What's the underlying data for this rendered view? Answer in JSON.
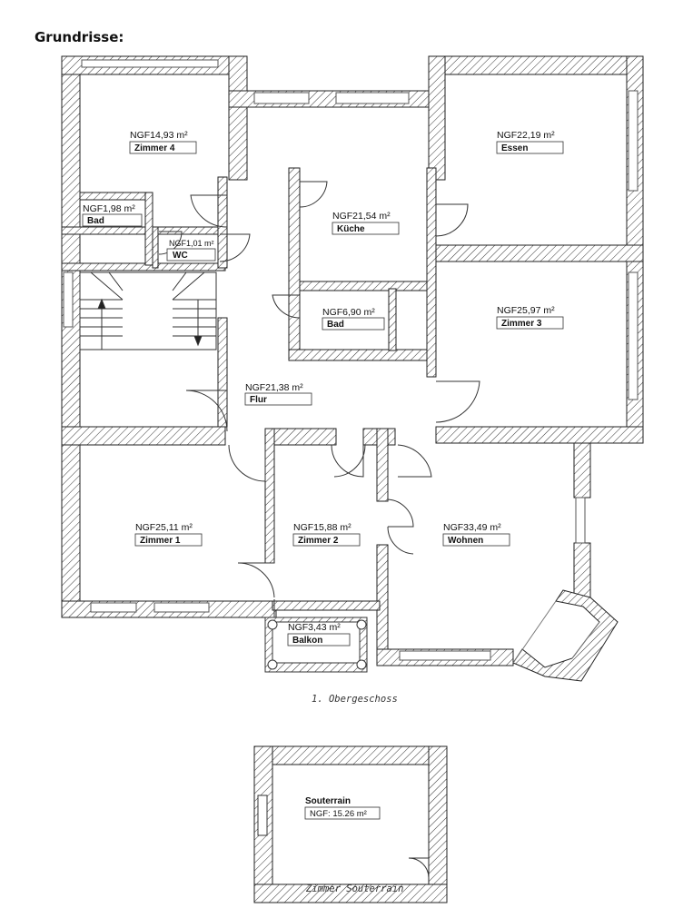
{
  "heading": "Grundrisse:",
  "floors": {
    "upper_caption": "1. Obergeschoss",
    "basement_caption": "Zimmer Souterrain"
  },
  "rooms": {
    "zimmer4": {
      "area": "NGF14,93 m²",
      "name": "Zimmer 4"
    },
    "essen": {
      "area": "NGF22,19 m²",
      "name": "Essen"
    },
    "bad1": {
      "area": "NGF1,98 m²",
      "name": "Bad"
    },
    "kueche": {
      "area": "NGF21,54 m²",
      "name": "Küche"
    },
    "wc": {
      "area": "NGF1,01 m²",
      "name": "WC"
    },
    "bad2": {
      "area": "NGF6,90 m²",
      "name": "Bad"
    },
    "zimmer3": {
      "area": "NGF25,97 m²",
      "name": "Zimmer 3"
    },
    "flur": {
      "area": "NGF21,38 m²",
      "name": "Flur"
    },
    "zimmer1": {
      "area": "NGF25,11 m²",
      "name": "Zimmer 1"
    },
    "zimmer2": {
      "area": "NGF15,88 m²",
      "name": "Zimmer 2"
    },
    "wohnen": {
      "area": "NGF33,49 m²",
      "name": "Wohnen"
    },
    "balkon": {
      "area": "NGF3,43 m²",
      "name": "Balkon"
    },
    "souterrain": {
      "name": "Souterrain",
      "area": "NGF: 15.26 m²"
    }
  }
}
